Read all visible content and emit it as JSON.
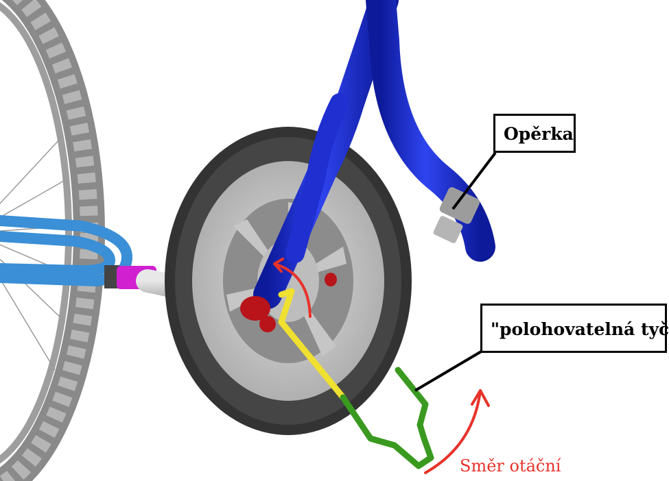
{
  "labels": {
    "backrest": "Opěrka",
    "positioning_rod": "\"polohovatelná tyč\"",
    "rotation_direction": "Směr otáční"
  },
  "colors": {
    "frame": "#1f2fd0",
    "rear_frame": "#3a8fd6",
    "tire": "#3b3b3b",
    "rim": "#c9c9c9",
    "rod_yellow": "#f0e030",
    "rod_green": "#3a9a20",
    "clamp_red": "#b8141a",
    "connector_magenta": "#d020d0",
    "arrow_red": "#e8322a"
  }
}
